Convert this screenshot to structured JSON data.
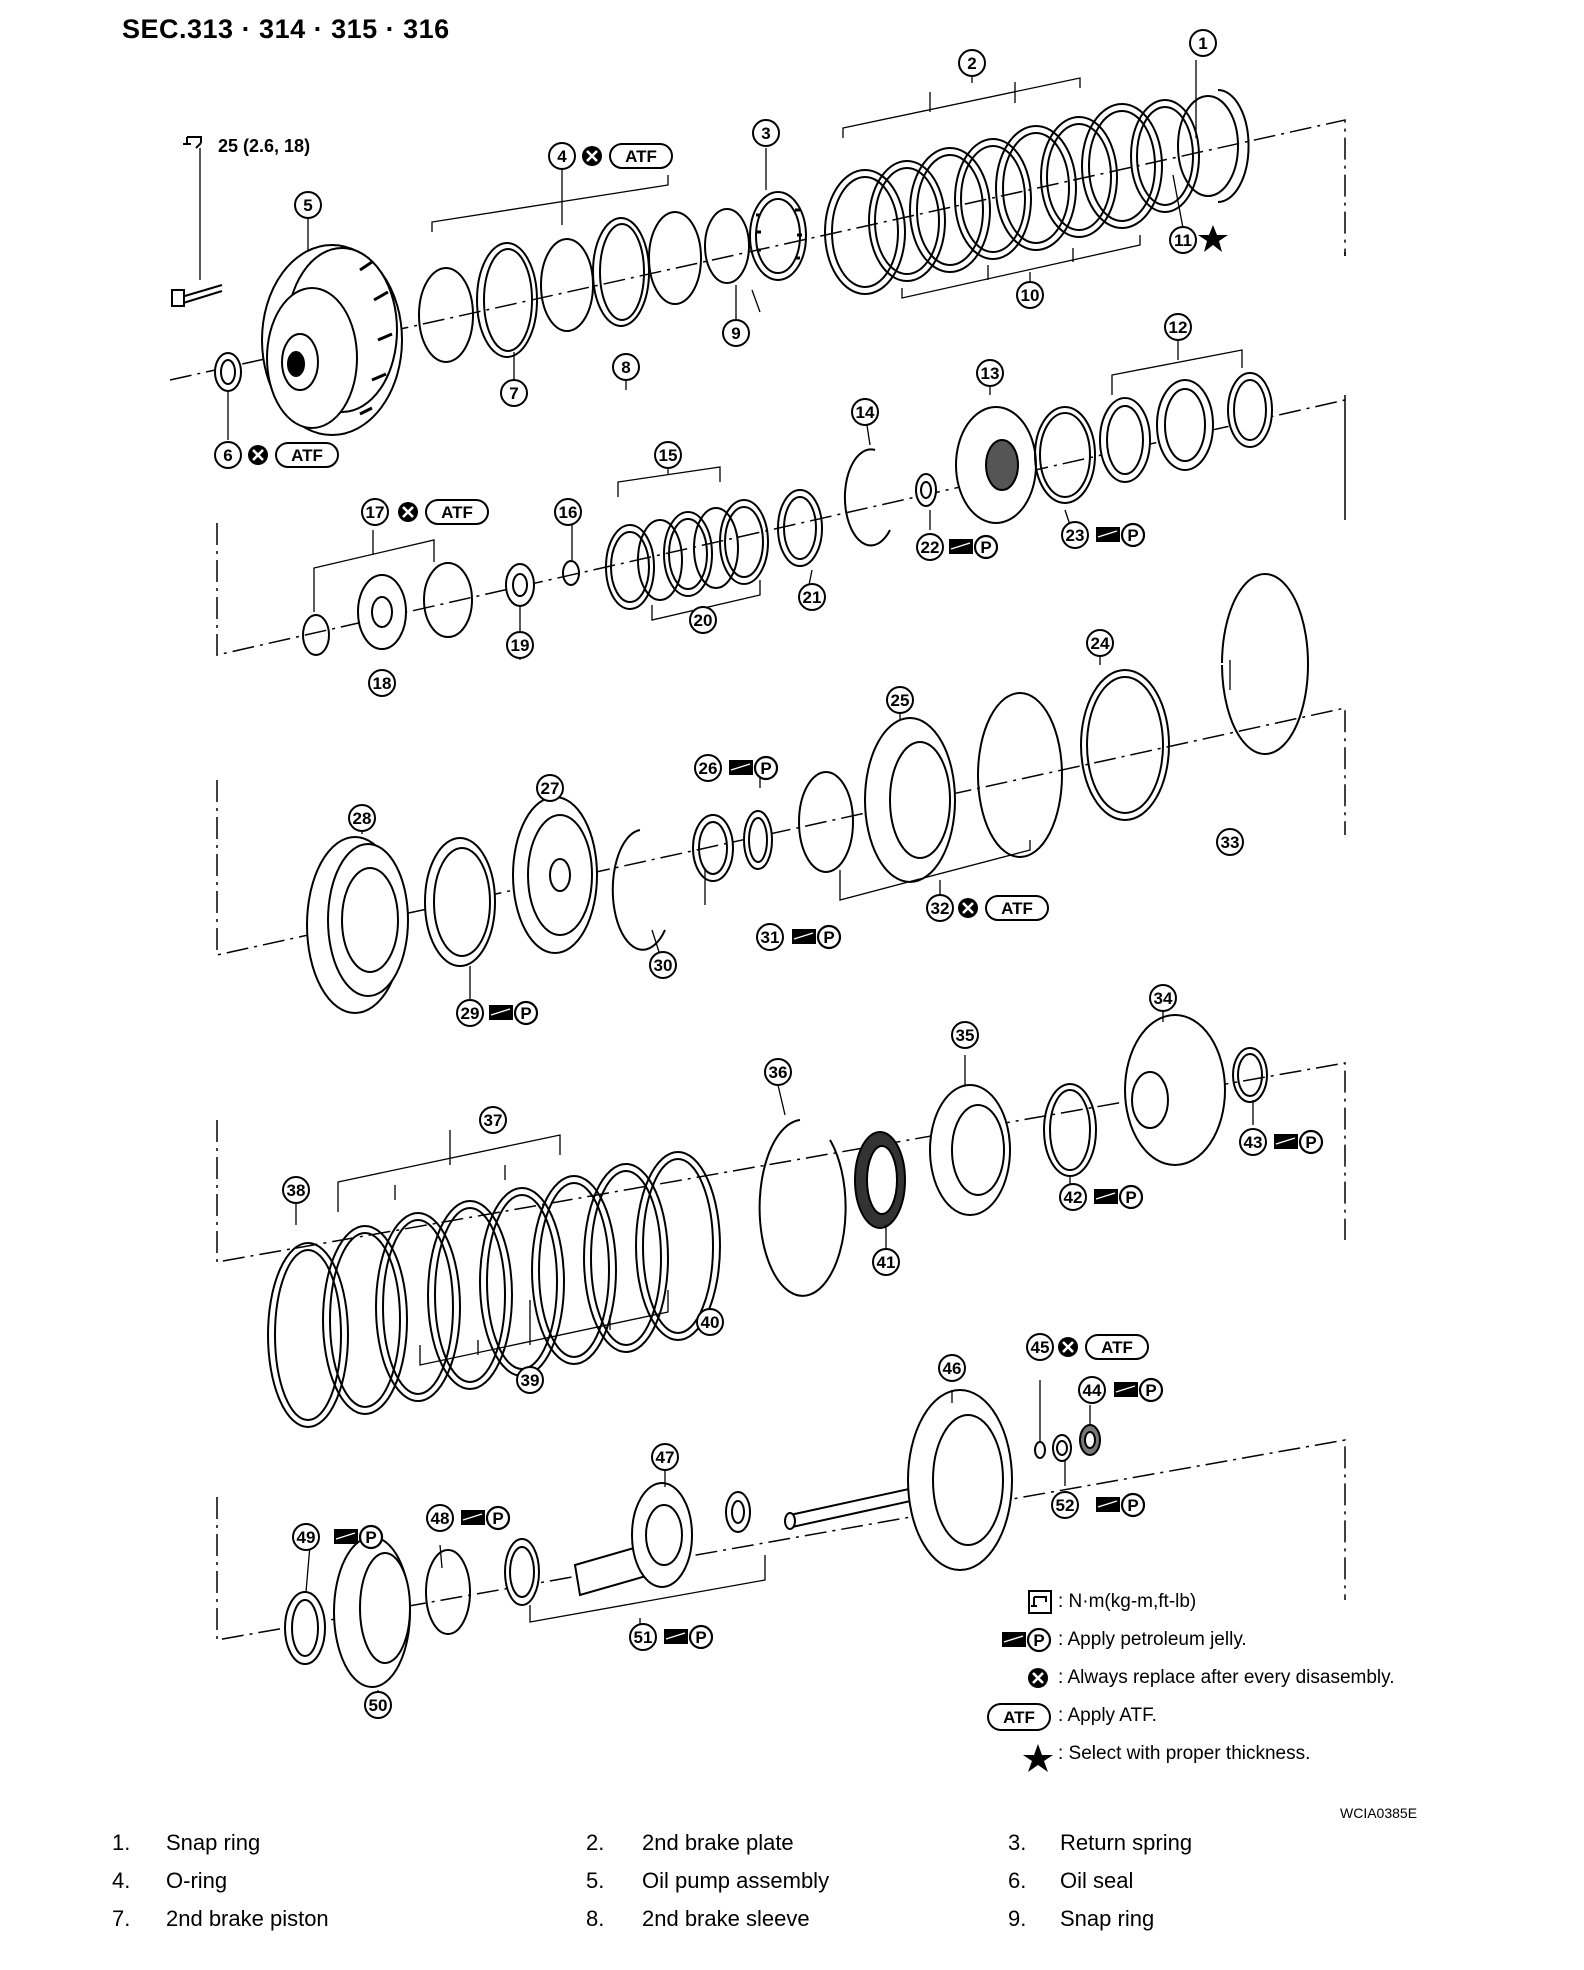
{
  "header": "SEC.313 · 314 · 315 · 316",
  "torque_spec": "25 (2.6, 18)",
  "badges": {
    "atf": "ATF",
    "jelly": "P"
  },
  "callouts": {
    "c1": "1",
    "c2": "2",
    "c3": "3",
    "c4": "4",
    "c5": "5",
    "c6": "6",
    "c7": "7",
    "c8": "8",
    "c9": "9",
    "c10": "10",
    "c11": "11",
    "c12": "12",
    "c13": "13",
    "c14": "14",
    "c15": "15",
    "c16": "16",
    "c17": "17",
    "c18": "18",
    "c19": "19",
    "c20": "20",
    "c21": "21",
    "c22": "22",
    "c23": "23",
    "c24": "24",
    "c25": "25",
    "c26": "26",
    "c27": "27",
    "c28": "28",
    "c29": "29",
    "c30": "30",
    "c31": "31",
    "c32": "32",
    "c33": "33",
    "c34": "34",
    "c35": "35",
    "c36": "36",
    "c37": "37",
    "c38": "38",
    "c39": "39",
    "c40": "40",
    "c41": "41",
    "c42": "42",
    "c43": "43",
    "c44": "44",
    "c45": "45",
    "c46": "46",
    "c47": "47",
    "c48": "48",
    "c49": "49",
    "c50": "50",
    "c51": "51",
    "c52": "52"
  },
  "legend": [
    {
      "icon": "torque-wrench-icon",
      "label": ": N·m(kg-m,ft-lb)"
    },
    {
      "icon": "petroleum-jelly-icon",
      "label": ": Apply petroleum jelly."
    },
    {
      "icon": "always-replace-icon",
      "label": ": Always replace after every disasembly."
    },
    {
      "icon": "atf-icon",
      "label": ": Apply ATF."
    },
    {
      "icon": "star-icon",
      "label": ": Select with proper thickness."
    }
  ],
  "figure_code": "WCIA0385E",
  "parts": [
    [
      {
        "num": "1.",
        "name": "Snap ring"
      },
      {
        "num": "2.",
        "name": "2nd brake plate"
      },
      {
        "num": "3.",
        "name": "Return spring"
      }
    ],
    [
      {
        "num": "4.",
        "name": "O-ring"
      },
      {
        "num": "5.",
        "name": "Oil pump assembly"
      },
      {
        "num": "6.",
        "name": "Oil seal"
      }
    ],
    [
      {
        "num": "7.",
        "name": "2nd brake piston"
      },
      {
        "num": "8.",
        "name": "2nd brake sleeve"
      },
      {
        "num": "9.",
        "name": "Snap ring"
      }
    ]
  ]
}
